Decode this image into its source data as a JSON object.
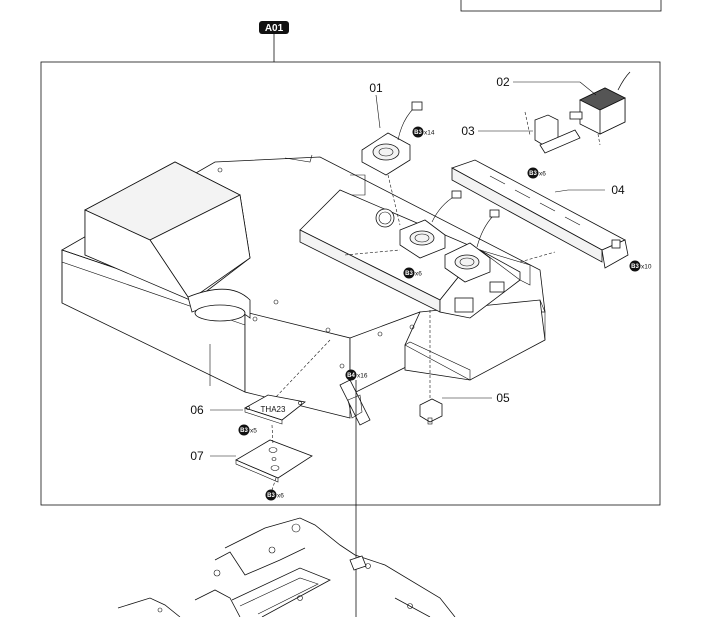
{
  "assembly_tag": "A01",
  "callouts": {
    "c01": "01",
    "c02": "02",
    "c03": "03",
    "c04": "04",
    "c05": "05",
    "c06": "06",
    "c07": "07"
  },
  "screws": [
    {
      "code": "B3",
      "qty": "x14"
    },
    {
      "code": "B3",
      "qty": "x6"
    },
    {
      "code": "B3",
      "qty": "x6"
    },
    {
      "code": "B3",
      "qty": "x10"
    },
    {
      "code": "B4",
      "qty": "x16"
    },
    {
      "code": "B3",
      "qty": "x5"
    },
    {
      "code": "B3",
      "qty": "x6"
    }
  ],
  "part_label": "THA23"
}
